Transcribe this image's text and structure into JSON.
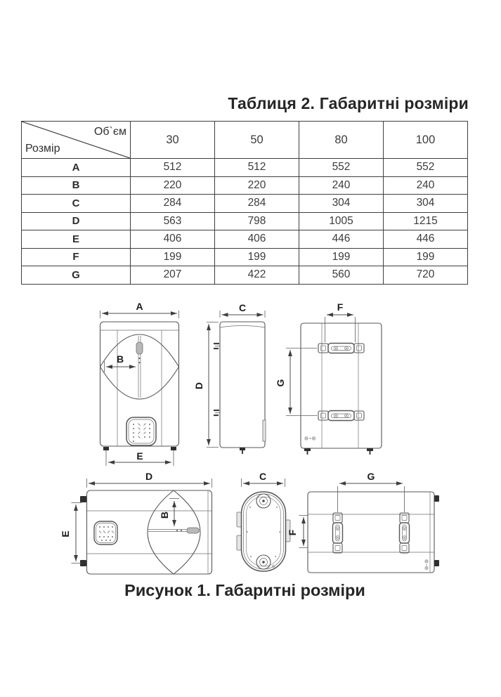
{
  "titles": {
    "table_title": "Таблиця 2. Габаритні розміри",
    "figure_caption": "Рисунок 1. Габаритні розміри"
  },
  "table": {
    "corner_top": "Об`єм",
    "corner_bottom": "Розмір",
    "columns": [
      "30",
      "50",
      "80",
      "100"
    ],
    "rows": [
      {
        "label": "A",
        "values": [
          "512",
          "512",
          "552",
          "552"
        ]
      },
      {
        "label": "B",
        "values": [
          "220",
          "220",
          "240",
          "240"
        ]
      },
      {
        "label": "C",
        "values": [
          "284",
          "284",
          "304",
          "304"
        ]
      },
      {
        "label": "D",
        "values": [
          "563",
          "798",
          "1005",
          "1215"
        ]
      },
      {
        "label": "E",
        "values": [
          "406",
          "406",
          "446",
          "446"
        ]
      },
      {
        "label": "F",
        "values": [
          "199",
          "199",
          "199",
          "199"
        ]
      },
      {
        "label": "G",
        "values": [
          "207",
          "422",
          "560",
          "720"
        ]
      }
    ]
  },
  "figure": {
    "labels": {
      "A": "A",
      "B": "B",
      "C": "C",
      "D": "D",
      "E": "E",
      "F": "F",
      "G": "G"
    }
  }
}
